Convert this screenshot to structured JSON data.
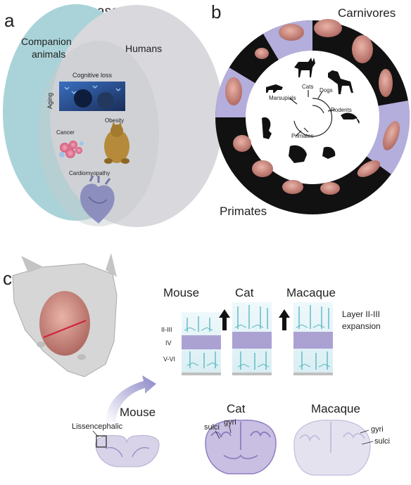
{
  "panel_a": {
    "letter": "a",
    "title": "Diseases",
    "companion_label_1": "Companion",
    "companion_label_2": "animals",
    "humans_label": "Humans",
    "aging_label": "Aging",
    "cognitive_label": "Cognitive loss",
    "cancer_label": "Cancer",
    "obesity_label": "Obesity",
    "cardio_label": "Cardiomyopathy"
  },
  "panel_b": {
    "letter": "b",
    "carnivores_label": "Carnivores",
    "primates_label": "Primates",
    "tree_labels": {
      "cats": "Cats",
      "dogs": "Dogs",
      "marsupials": "Marsupials",
      "rodents": "Rodents",
      "primates": "Primates"
    }
  },
  "panel_c": {
    "letter": "c",
    "columns": [
      "Mouse",
      "Cat",
      "Macaque"
    ],
    "layers": [
      "II-III",
      "IV",
      "V-VI"
    ],
    "expansion_label_1": "Layer II-III",
    "expansion_label_2": "expansion",
    "sections": {
      "mouse_title": "Mouse",
      "cat_title": "Cat",
      "macaque_title": "Macaque",
      "lissencephalic": "Lissencephalic",
      "sulci": "sulci",
      "gyri": "gyri"
    }
  },
  "colors": {
    "companion_fill": "#a9d3d8",
    "humans_fill": "#d9d8dc",
    "ring_black": "#111111",
    "ring_lavender": "#b3aedb",
    "neuron_cyan": "#5bb8c2",
    "layer_iv_purple": "#7d5fb4",
    "section_purple": "#8f7ec0",
    "arrow_lavender": "#8a86c6"
  }
}
